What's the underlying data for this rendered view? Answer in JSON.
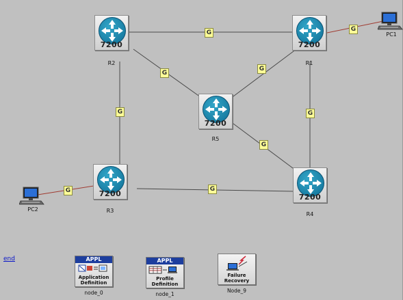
{
  "routers": [
    {
      "id": "R2",
      "model": "7200",
      "label": "R2"
    },
    {
      "id": "R1",
      "model": "7200",
      "label": "R1"
    },
    {
      "id": "R5",
      "model": "7200",
      "label": "R5"
    },
    {
      "id": "R3",
      "model": "7200",
      "label": "R3"
    },
    {
      "id": "R4",
      "model": "7200",
      "label": "R4"
    }
  ],
  "hosts": [
    {
      "id": "PC1",
      "label": "PC1"
    },
    {
      "id": "PC2",
      "label": "PC2"
    }
  ],
  "link_label": "G",
  "links": [
    {
      "from": "R2",
      "to": "R1",
      "label": "G"
    },
    {
      "from": "R1",
      "to": "PC1",
      "label": "G",
      "color": "#a03a30"
    },
    {
      "from": "R2",
      "to": "R5",
      "label": "G"
    },
    {
      "from": "R1",
      "to": "R5",
      "label": "G"
    },
    {
      "from": "R2",
      "to": "R3",
      "label": "G"
    },
    {
      "from": "R1",
      "to": "R4",
      "label": "G"
    },
    {
      "from": "R5",
      "to": "R4",
      "label": "G"
    },
    {
      "from": "PC2",
      "to": "R3",
      "label": "G",
      "color": "#a03a30"
    },
    {
      "from": "R3",
      "to": "R4",
      "label": "G"
    }
  ],
  "utilities": {
    "app_def": {
      "band": "APPL",
      "title_1": "Application",
      "title_2": "Definition",
      "label": "node_0"
    },
    "profile_def": {
      "band": "APPL",
      "title_1": "Profile",
      "title_2": "Definition",
      "label": "node_1"
    },
    "failure": {
      "title_1": "Failure",
      "title_2": "Recovery",
      "label": "Node_9"
    }
  },
  "legend_link": "end",
  "colors": {
    "canvas": "#c0c0c0",
    "link": "#4a4a4a",
    "host_link": "#a03a30",
    "router_disk": "#1f88b0",
    "label_bg": "#fdfd98",
    "appl_band": "#1d3e9e"
  }
}
